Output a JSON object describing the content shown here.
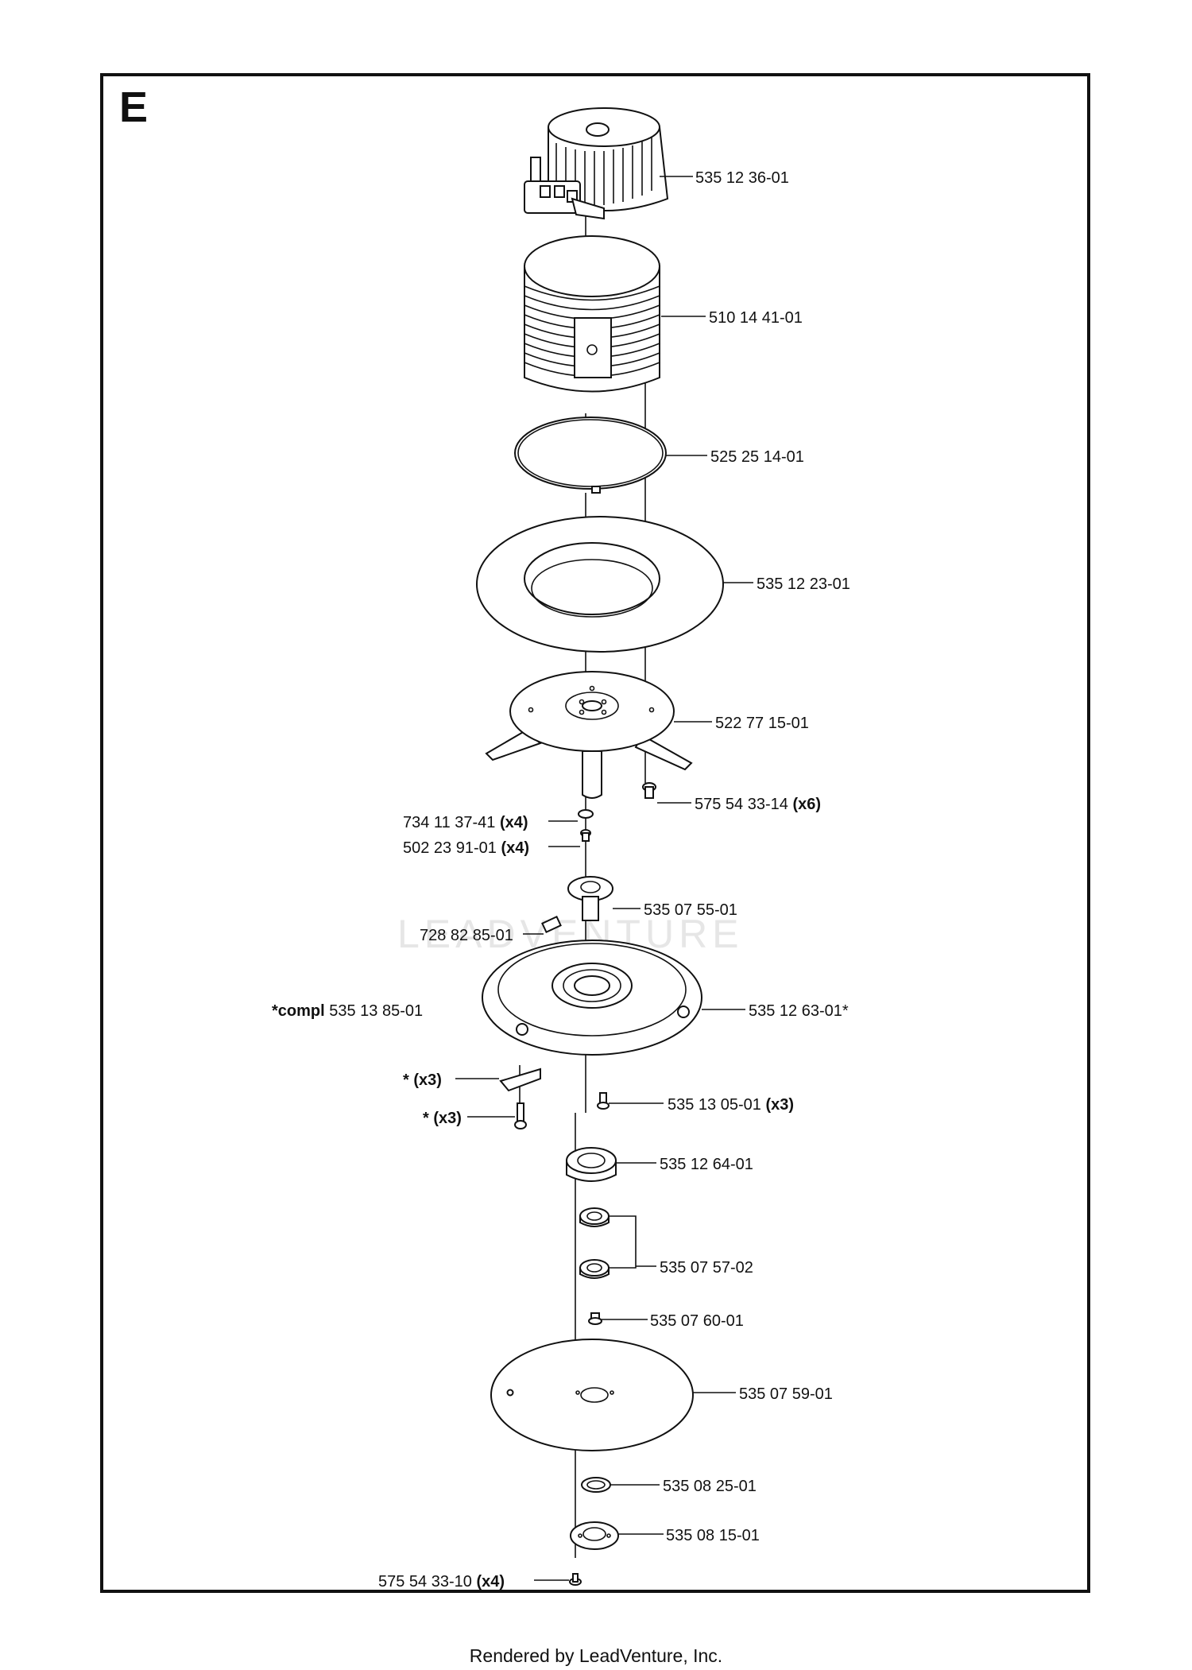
{
  "diagram": {
    "section_letter": "E",
    "watermark": "LEADVENTURE",
    "labels": [
      {
        "id": "lbl-motor",
        "text": "535 12 36-01",
        "qty": ""
      },
      {
        "id": "lbl-housing",
        "text": "510 14 41-01",
        "qty": ""
      },
      {
        "id": "lbl-seal-ring",
        "text": "525 25 14-01",
        "qty": ""
      },
      {
        "id": "lbl-collar",
        "text": "535 12 23-01",
        "qty": ""
      },
      {
        "id": "lbl-bracket",
        "text": "522 77 15-01",
        "qty": ""
      },
      {
        "id": "lbl-screw-6",
        "text": "575 54 33-14",
        "qty": "(x6)"
      },
      {
        "id": "lbl-washer",
        "text": "734 11 37-41",
        "qty": "(x4)"
      },
      {
        "id": "lbl-screw-4a",
        "text": "502 23 91-01",
        "qty": "(x4)"
      },
      {
        "id": "lbl-hub",
        "text": "535 07 55-01",
        "qty": ""
      },
      {
        "id": "lbl-setscrew",
        "text": "728 82 85-01",
        "qty": ""
      },
      {
        "id": "lbl-compl",
        "prefix": "*compl",
        "text": "535 13 85-01",
        "qty": ""
      },
      {
        "id": "lbl-blade-disc",
        "text": "535 12 63-01*",
        "qty": ""
      },
      {
        "id": "lbl-blade",
        "text": "*",
        "qty": "(x3)"
      },
      {
        "id": "lbl-blade-screw",
        "text": "*",
        "qty": "(x3)"
      },
      {
        "id": "lbl-screw-3",
        "text": "535 13 05-01",
        "qty": "(x3)"
      },
      {
        "id": "lbl-bearing-house",
        "text": "535 12 64-01",
        "qty": ""
      },
      {
        "id": "lbl-bearings",
        "text": "535 07 57-02",
        "qty": ""
      },
      {
        "id": "lbl-nut",
        "text": "535 07 60-01",
        "qty": ""
      },
      {
        "id": "lbl-skid-plate",
        "text": "535 07 59-01",
        "qty": ""
      },
      {
        "id": "lbl-washer-ring",
        "text": "535 08 25-01",
        "qty": ""
      },
      {
        "id": "lbl-cover",
        "text": "535 08 15-01",
        "qty": ""
      },
      {
        "id": "lbl-screw-4b",
        "text": "575 54 33-10",
        "qty": "(x4)"
      }
    ]
  },
  "footer": {
    "text": "Rendered by LeadVenture, Inc."
  }
}
